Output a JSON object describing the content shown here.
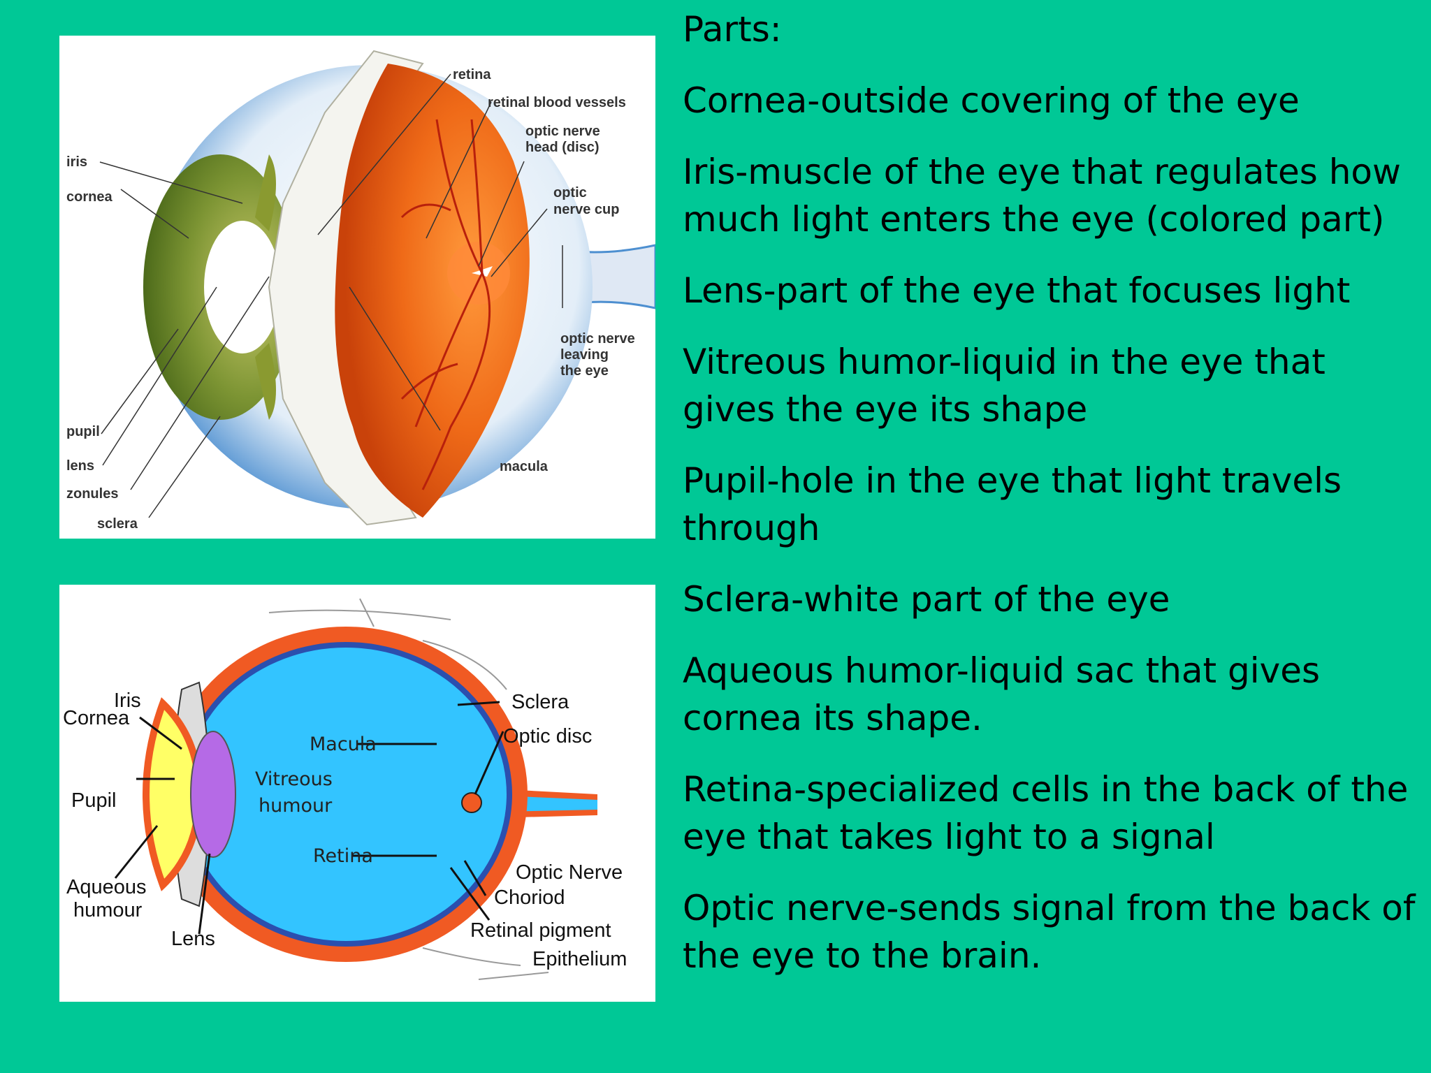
{
  "colors": {
    "background": "#00c896",
    "iris": "#6f8a2a",
    "retina_fundus": "#e85a12",
    "vessels": "#b8200c",
    "sclera_band": "#f05a23",
    "vitreous": "#33c4ff",
    "lens": "#b56ae6",
    "aqueous": "#ffff66"
  },
  "diagram_top": {
    "labels": {
      "retina": "retina",
      "retinal_blood_vessels": "retinal blood vessels",
      "optic_nerve_head_1": "optic nerve",
      "optic_nerve_head_2": "head (disc)",
      "optic_nerve_cup_1": "optic",
      "optic_nerve_cup_2": "nerve cup",
      "optic_nerve_leaving_1": "optic nerve",
      "optic_nerve_leaving_2": "leaving",
      "optic_nerve_leaving_3": "the eye",
      "macula": "macula",
      "iris": "iris",
      "cornea": "cornea",
      "pupil": "pupil",
      "lens": "lens",
      "zonules": "zonules",
      "sclera": "sclera"
    }
  },
  "diagram_bottom": {
    "labels": {
      "iris": "Iris",
      "cornea": "Cornea",
      "pupil": "Pupil",
      "aqueous_1": "Aqueous",
      "aqueous_2": "humour",
      "lens": "Lens",
      "macula": "Macula",
      "vitreous_1": "Vitreous",
      "vitreous_2": "humour",
      "retina": "Retina",
      "sclera": "Sclera",
      "optic_disc": "Optic disc",
      "optic_nerve": "Optic Nerve",
      "choriod": "Choriod",
      "retinal_pigment": "Retinal pigment",
      "epithelium": "Epithelium"
    }
  },
  "notes": {
    "heading": "Parts:",
    "items": [
      "Cornea-outside covering of the eye",
      "Iris-muscle of the eye that regulates how much light enters the eye (colored part)",
      "Lens-part of the eye that focuses light",
      "Vitreous humor-liquid in the eye that gives the eye its shape",
      "Pupil-hole in the eye that light travels through",
      "Sclera-white part of the eye",
      "Aqueous humor-liquid sac that gives cornea its shape.",
      "Retina-specialized cells in the back of the eye that takes light to a signal",
      "Optic nerve-sends signal from the back of the eye to the brain."
    ]
  }
}
